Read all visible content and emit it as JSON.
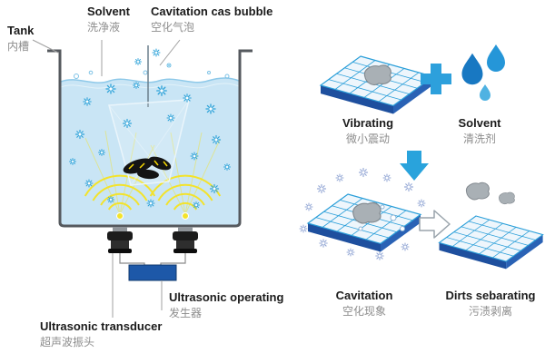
{
  "title": "Ultrasonic cleaning principle diagram",
  "colors": {
    "water": "#c9e5f5",
    "bubble_blue": "#2fa3d9",
    "wave_yellow": "#f3e32b",
    "generator_blue": "#1d58a8",
    "tile_edge_blue": "#2b9fd9",
    "tile_side_navy": "#1e4f9e",
    "accent_arrow": "#29a3dc",
    "dirt_gray": "#a9b0b5",
    "label_gray": "#8d8d8d"
  },
  "left": {
    "tank": {
      "en": "Tank",
      "zh": "内槽"
    },
    "solvent": {
      "en": "Solvent",
      "zh": "洗净液"
    },
    "cavitation_bubble": {
      "en": "Cavitation cas bubble",
      "zh": "空化气泡"
    },
    "operating": {
      "en": "Ultrasonic operating",
      "zh": "发生器"
    },
    "transducer": {
      "en": "Ultrasonic transducer",
      "zh": "超声波振头"
    }
  },
  "right": {
    "vibrating": {
      "en": "Vibrating",
      "zh": "微小震动"
    },
    "solvent": {
      "en": "Solvent",
      "zh": "清洗剂"
    },
    "cavitation": {
      "en": "Cavitation",
      "zh": "空化现象"
    },
    "dirts": {
      "en": "Dirts sebarating",
      "zh": "污渍剥离"
    }
  }
}
